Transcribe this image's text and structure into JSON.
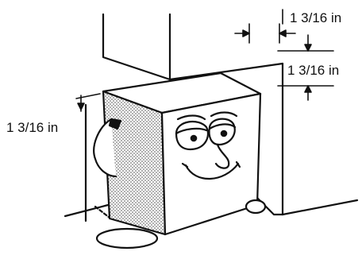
{
  "illustration": {
    "dimension_labels": {
      "top_right": "1 3/16 in",
      "right_middle": "1 3/16 in",
      "left": "1 3/16 in"
    },
    "colors": {
      "ink": "#111111",
      "paper": "#ffffff",
      "shade_dot": "#444444"
    }
  }
}
